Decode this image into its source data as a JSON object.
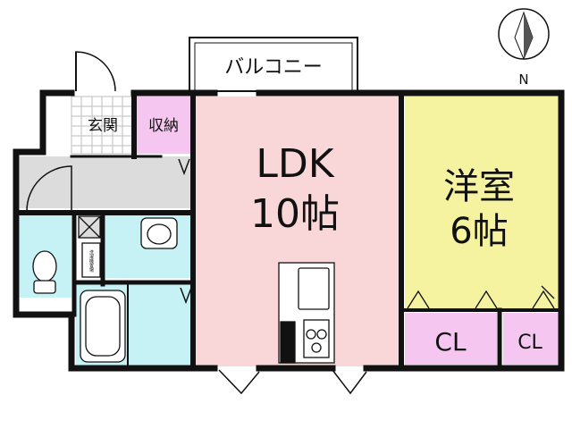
{
  "plan": {
    "rooms": {
      "balcony": "バルコニー",
      "entrance": "玄関",
      "storage": "収納",
      "ldk": {
        "name": "LDK",
        "size": "10帖"
      },
      "western": {
        "name": "洋室",
        "size": "6帖"
      },
      "closet_1": "CL",
      "closet_2": "CL"
    },
    "compass": {
      "label": "N"
    },
    "fixtures": {
      "washer_label": "洗濯機置場"
    }
  },
  "colors": {
    "ldk": "#f9d6d8",
    "western": "#f6f3a0",
    "storage": "#f5c6f0",
    "bath": "#c6f2f6",
    "hall": "#dcdcdc",
    "wall": "#111111"
  }
}
